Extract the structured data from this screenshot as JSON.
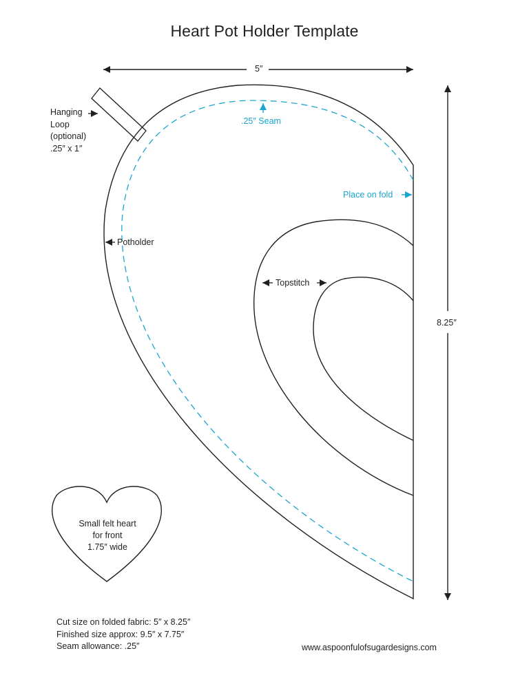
{
  "title": "Heart Pot Holder Template",
  "dimensions": {
    "width": "5″",
    "height": "8.25″"
  },
  "labels": {
    "seam": ".25″ Seam",
    "fold": "Place on fold",
    "potholder": "Potholder",
    "topstitch": "Topstitch",
    "hanging_loop": [
      "Hanging",
      "Loop",
      "(optional)",
      ".25″ x 1″"
    ]
  },
  "felt_heart": [
    "Small felt heart",
    "for front",
    "1.75″ wide"
  ],
  "footer": {
    "specs": [
      "Cut size on folded fabric:  5″ x 8.25″",
      "Finished size approx:  9.5″ x 7.75″",
      "Seam allowance:  .25″"
    ],
    "website": "www.aspoonfulofsugardesigns.com"
  },
  "colors": {
    "ink": "#231f20",
    "accent": "#1ba5cf"
  }
}
